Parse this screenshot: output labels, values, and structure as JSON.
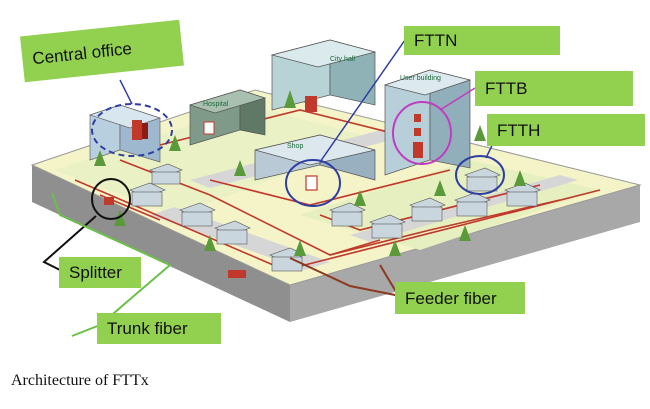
{
  "labels": {
    "central_office": "Central office",
    "fttn": "FTTN",
    "fttb": "FTTB",
    "ftth": "FTTH",
    "splitter": "Splitter",
    "trunk_fiber": "Trunk fiber",
    "feeder_fiber": "Feeder fiber"
  },
  "building_labels": {
    "city_hall": "City hall",
    "hospital": "Hospital",
    "shop": "Shop",
    "user_building": "User building"
  },
  "caption": "Architecture of FTTx",
  "colors": {
    "label_bg": "#92d050",
    "fiber_line": "#c0392b",
    "callout_blue": "#2f3ea3",
    "callout_magenta": "#c03cc0",
    "ground": "#f4f4c8",
    "base": "#9a9a9a"
  }
}
